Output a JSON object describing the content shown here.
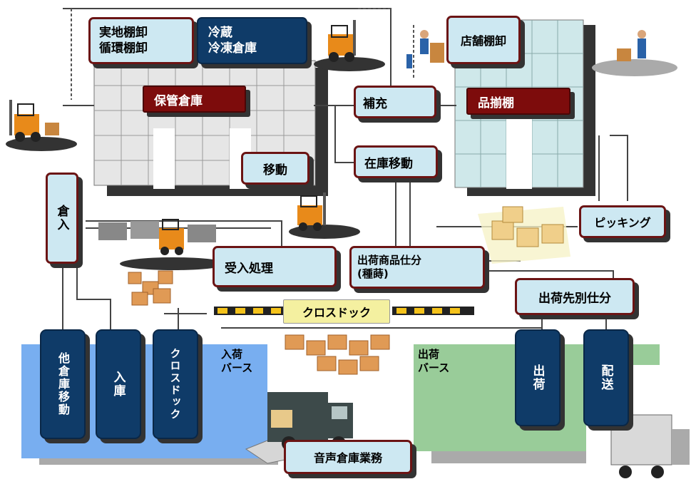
{
  "labels": {
    "jicchi": "実地棚卸\n循環棚卸",
    "reizo": "冷蔵\n冷凍倉庫",
    "hokan": "保管倉庫",
    "ido": "移動",
    "hoju": "補充",
    "zaiko_ido": "在庫移動",
    "tenpo": "店舗棚卸",
    "shinazoroe": "品揃棚",
    "soko_nyu": "倉入",
    "picking": "ピッキング",
    "ukeire": "受入処理",
    "shukka_shiwake": "出荷商品仕分\n(種蒔)",
    "shukkasaki": "出荷先別仕分",
    "crossdock_banner": "クロスドック",
    "nyuka_berth": "入荷\nバース",
    "shukka_berth": "出荷\nバース",
    "ta_soko": "他倉庫移動",
    "nyuko": "入庫",
    "crossdock_v": "クロスドック",
    "shukka": "出荷",
    "haiso": "配送",
    "onsei": "音声倉庫業務"
  },
  "colors": {
    "light_box": "#cde8f2",
    "box_border": "#6b1414",
    "navy": "#0f3b68",
    "maroon": "#7d0c0c",
    "inbound_berth": "#78aef0",
    "outbound_berth": "#99cc99",
    "shelf_gray": "#e6e6e6",
    "shelf_teal": "#cfe8ea",
    "banner_yellow": "#f4f0a0"
  }
}
